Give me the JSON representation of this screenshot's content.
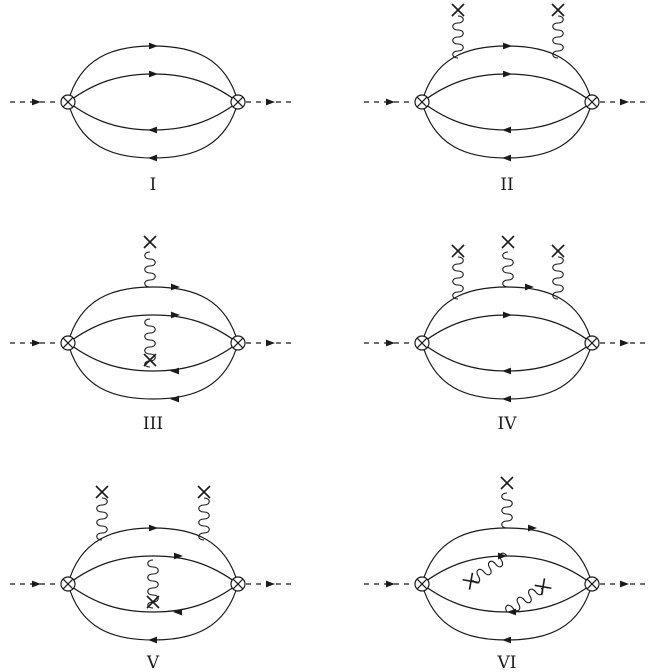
{
  "diagrams": [
    {
      "label": "I",
      "gluons": []
    },
    {
      "label": "II",
      "gluons": [
        "external-1-left",
        "external-1-right"
      ]
    },
    {
      "label": "III",
      "gluons": [
        "external-1-top",
        "exchange-2-3"
      ]
    },
    {
      "label": "IV",
      "gluons": [
        "external-1-left",
        "external-1-top",
        "external-1-right"
      ]
    },
    {
      "label": "V",
      "gluons": [
        "external-1-left",
        "external-1-right",
        "exchange-2-3"
      ]
    },
    {
      "label": "VI",
      "gluons": [
        "external-1-top",
        "diagonal-2",
        "diagonal-3"
      ]
    }
  ],
  "colors": {
    "ink": "#1a1a1a",
    "background": "#ffffff"
  }
}
